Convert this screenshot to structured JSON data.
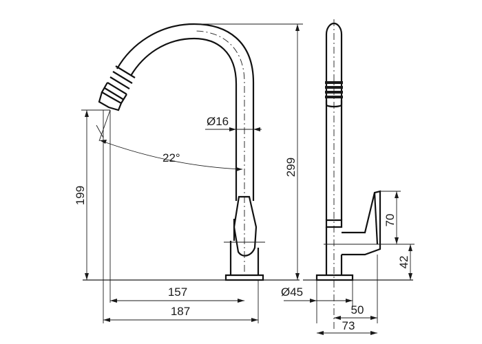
{
  "dimensions": {
    "spout_diameter": "Ø16",
    "angle": "22°",
    "height_total": "299",
    "height_outlet": "199",
    "reach_outlet": "157",
    "reach_total": "187",
    "base_diameter": "Ø45",
    "handle_height": "70",
    "handle_base_height": "42",
    "handle_reach": "50",
    "side_depth": "73"
  }
}
